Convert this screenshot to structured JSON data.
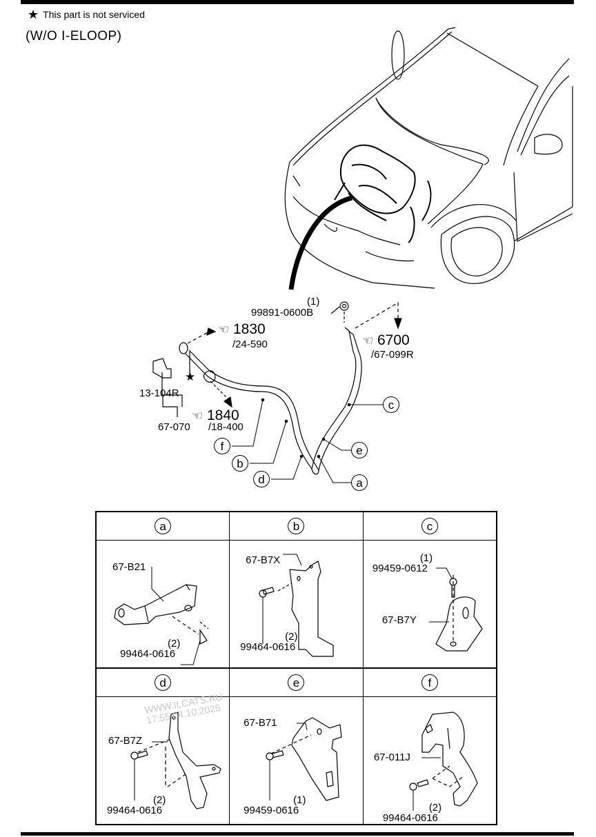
{
  "header": {
    "note_icon": "star-icon",
    "note_text": "This part is not serviced",
    "variant": "(W/O I-ELOOP)"
  },
  "main_diagram": {
    "nut": {
      "qty": "(1)",
      "part": "99891-0600B"
    },
    "ref_1830": {
      "icon": "hand-pointer-icon",
      "number": "1830",
      "sub": "/24-590"
    },
    "ref_6700": {
      "icon": "hand-pointer-icon",
      "number": "6700",
      "sub": "/67-099R"
    },
    "ref_1840": {
      "icon": "hand-pointer-icon",
      "number": "1840",
      "sub": "/18-400"
    },
    "part_13_104R": "13-104R",
    "part_67_070": "67-070",
    "not_serviced_marker": "star-icon",
    "callouts": [
      "a",
      "b",
      "c",
      "d",
      "e",
      "f"
    ]
  },
  "details": [
    {
      "key": "a",
      "part": "67-B21",
      "bolt_qty": "(2)",
      "bolt": "99464-0616"
    },
    {
      "key": "b",
      "part": "67-B7X",
      "bolt_qty": "(2)",
      "bolt": "99464-0616"
    },
    {
      "key": "c",
      "part": "67-B7Y",
      "bolt_qty": "(1)",
      "bolt": "99459-0612"
    },
    {
      "key": "d",
      "part": "67-B7Z",
      "bolt_qty": "(2)",
      "bolt": "99464-0616"
    },
    {
      "key": "e",
      "part": "67-B71",
      "bolt_qty": "(1)",
      "bolt": "99459-0616"
    },
    {
      "key": "f",
      "part": "67-011J",
      "bolt_qty": "(2)",
      "bolt": "99464-0616"
    }
  ],
  "watermark": {
    "line1": "WWW.ILCATS.RU",
    "line2": "17:55 04.10.2025"
  }
}
